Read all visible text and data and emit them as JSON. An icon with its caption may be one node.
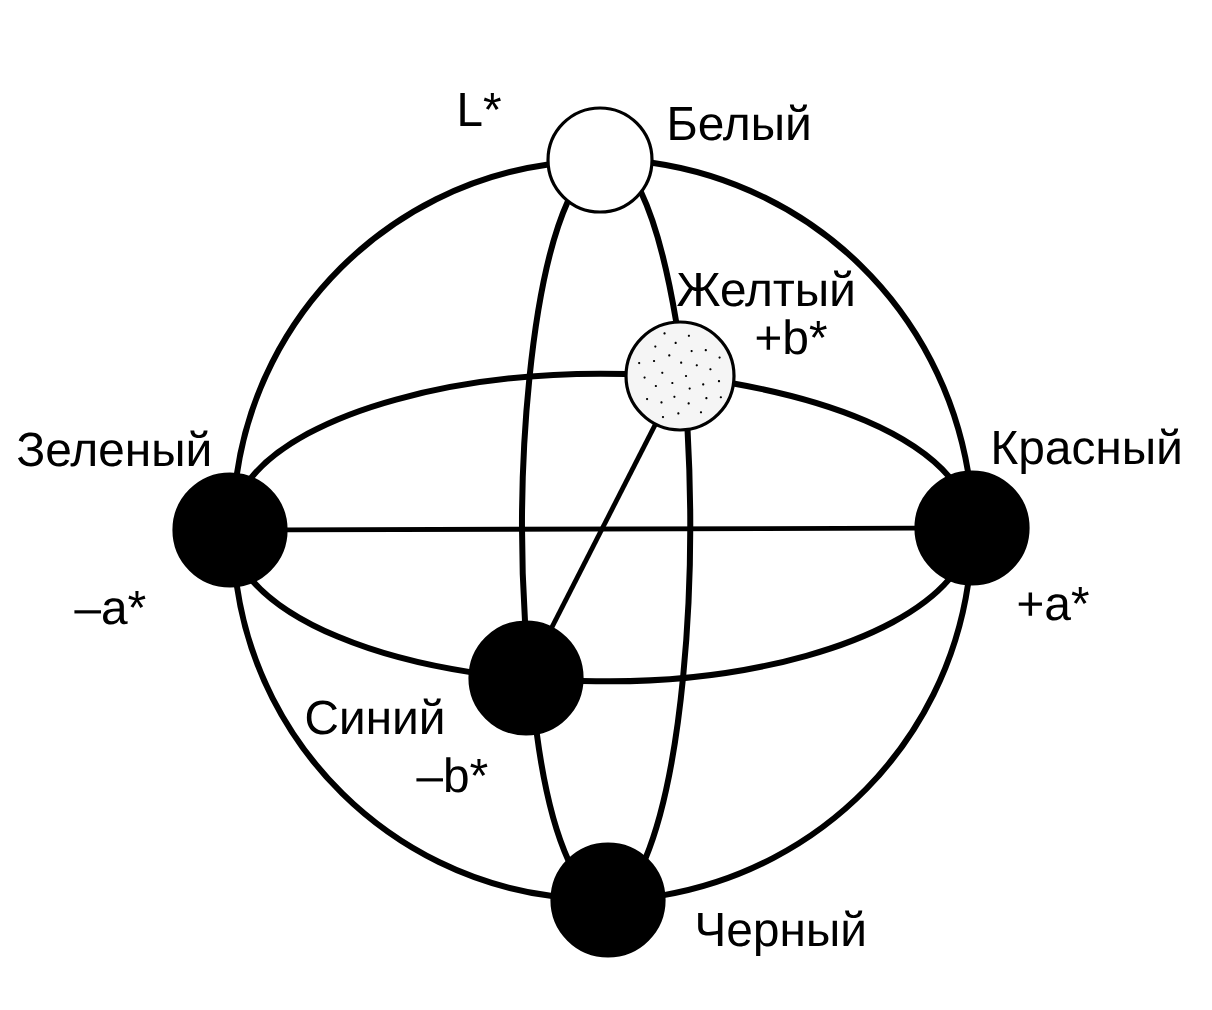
{
  "diagram": {
    "nodes": [
      {
        "text": [
          "Белый"
        ],
        "beside": [
          "L*"
        ]
      },
      {
        "text": [
          "Желтый"
        ],
        "beside": [
          "+b*"
        ]
      },
      {
        "text": [
          "Зеленый"
        ],
        "beside": [
          "–a*"
        ]
      },
      {
        "text": [
          "Красный"
        ],
        "beside": [
          "+a*"
        ]
      },
      {
        "text": [
          "Синий"
        ],
        "beside": [
          "–b*"
        ]
      },
      {
        "text": [
          "Черный"
        ]
      }
    ],
    "edges": [
      {
        "from": 0,
        "to": 1,
        "arrow": "none"
      },
      {
        "from": 0,
        "to": 2,
        "arrow": "none"
      },
      {
        "from": 0,
        "to": 3,
        "arrow": "none"
      },
      {
        "from": 0,
        "to": 4,
        "arrow": "none"
      },
      {
        "from": 1,
        "to": 2,
        "arrow": "none"
      },
      {
        "from": 1,
        "to": 3,
        "arrow": "none"
      },
      {
        "from": 1,
        "to": 4,
        "arrow": "none"
      },
      {
        "from": 1,
        "to": 5,
        "arrow": "none"
      },
      {
        "from": 2,
        "to": 3,
        "arrow": "none"
      },
      {
        "from": 2,
        "to": 4,
        "arrow": "none"
      },
      {
        "from": 2,
        "to": 5,
        "arrow": "none"
      },
      {
        "from": 3,
        "to": 4,
        "arrow": "none"
      },
      {
        "from": 3,
        "to": 5,
        "arrow": "none"
      },
      {
        "from": 4,
        "to": 5,
        "arrow": "none"
      }
    ]
  }
}
